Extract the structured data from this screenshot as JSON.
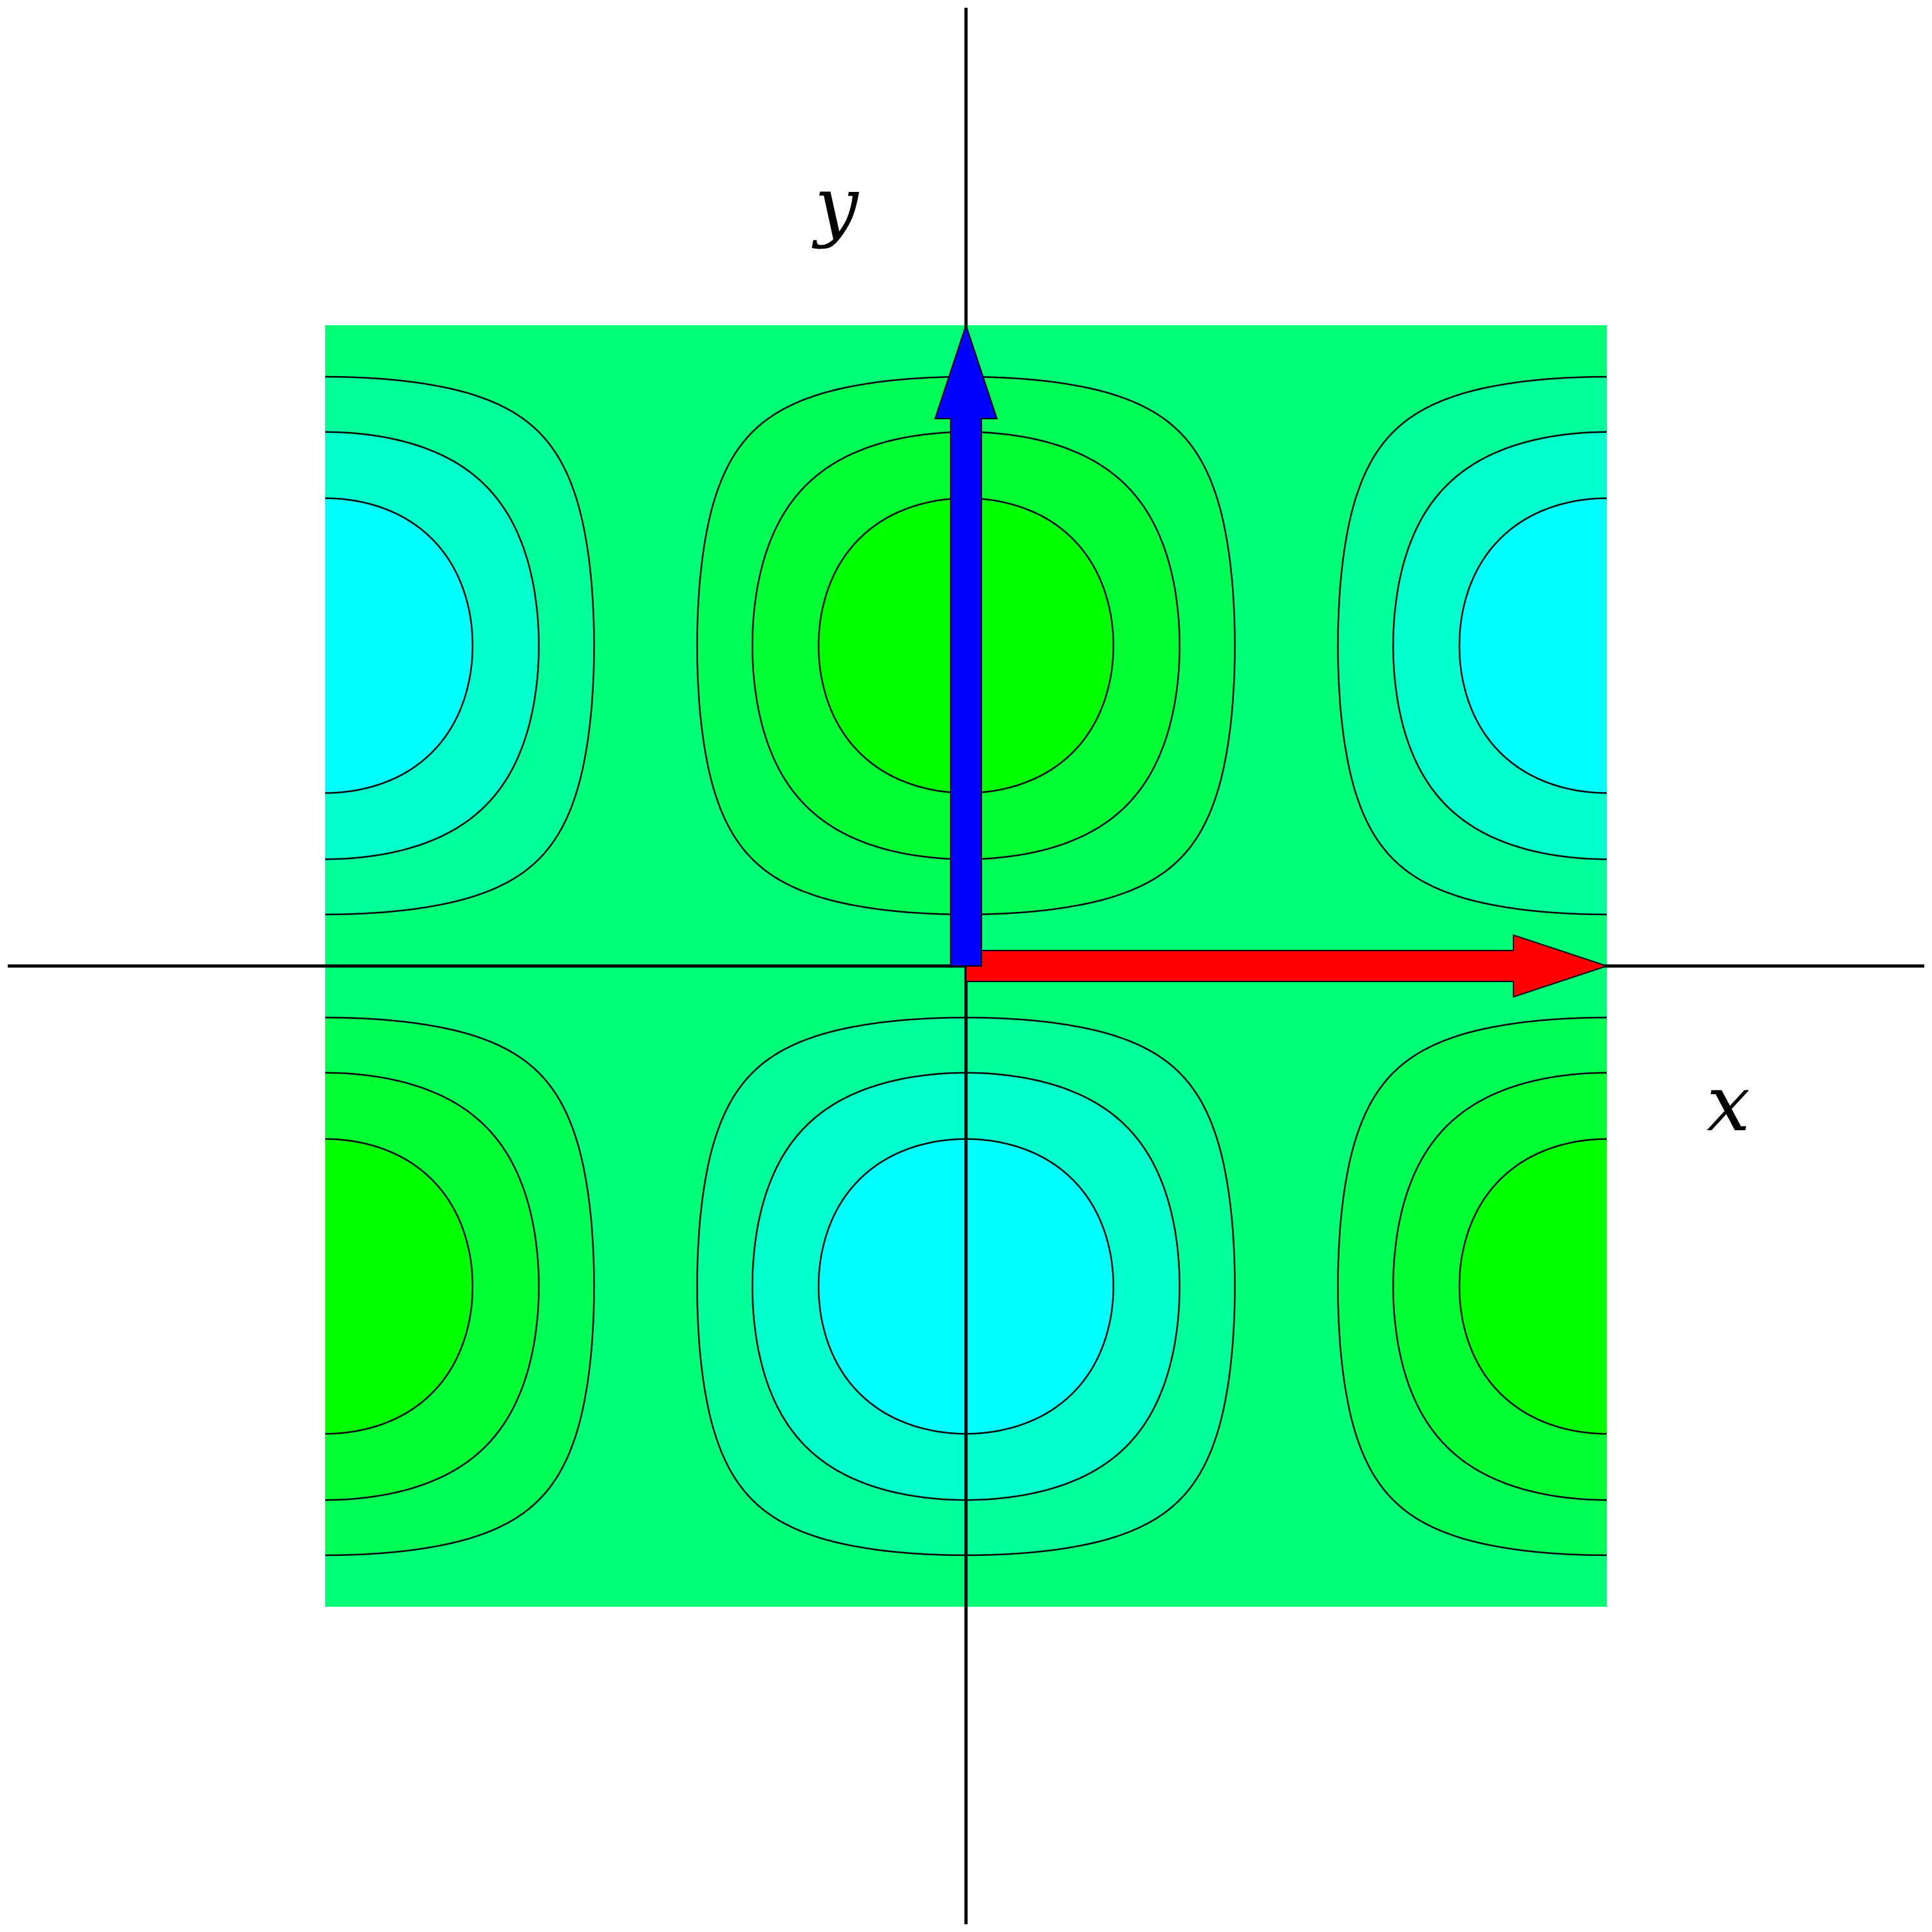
{
  "labels": {
    "x_axis": "x",
    "y_axis": "y"
  },
  "field": {
    "expression": "sin(y) * cos(x)",
    "x_range": [
      -3.14159,
      3.14159
    ],
    "y_range": [
      -3.14159,
      3.14159
    ],
    "bands": [
      {
        "from": 0.75,
        "to": 1.0,
        "color": "#00ff00"
      },
      {
        "from": 0.5,
        "to": 0.75,
        "color": "#00ff33"
      },
      {
        "from": 0.25,
        "to": 0.5,
        "color": "#00ff55"
      },
      {
        "from": -0.25,
        "to": 0.25,
        "color": "#00ff77"
      },
      {
        "from": -0.5,
        "to": -0.25,
        "color": "#00ff99"
      },
      {
        "from": -0.75,
        "to": -0.5,
        "color": "#00ffcc"
      },
      {
        "from": -1.0,
        "to": -0.75,
        "color": "#00ffff"
      }
    ],
    "contour_levels": [
      -0.75,
      -0.5,
      -0.25,
      0.25,
      0.5,
      0.75
    ],
    "contour_color": "#000000"
  },
  "arrows": {
    "x_arrow": {
      "color": "#ff0000",
      "from": [
        0,
        0
      ],
      "to": [
        3.14159,
        0
      ]
    },
    "y_arrow": {
      "color": "#0000ff",
      "from": [
        0,
        0
      ],
      "to": [
        0,
        3.14159
      ]
    }
  }
}
